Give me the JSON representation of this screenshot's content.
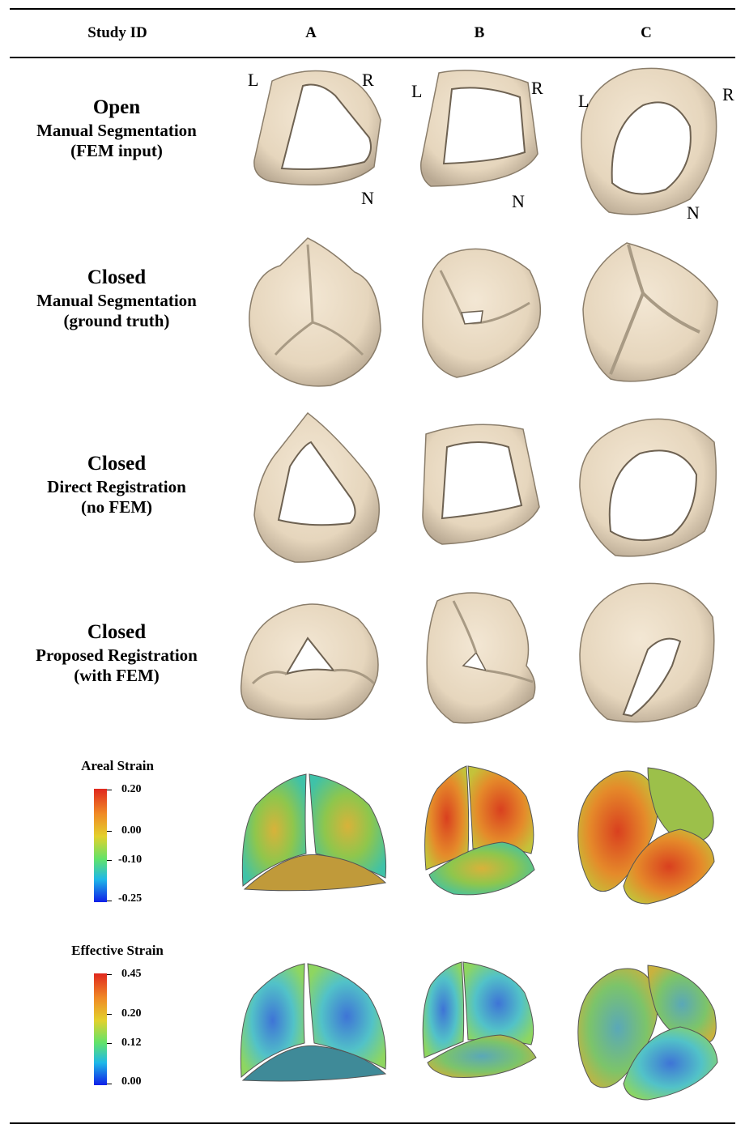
{
  "header": {
    "study_id": "Study ID",
    "columns": [
      "A",
      "B",
      "C"
    ]
  },
  "rows": [
    {
      "title": "Open",
      "line2": "Manual Segmentation",
      "line3": "(FEM input)"
    },
    {
      "title": "Closed",
      "line2": "Manual Segmentation",
      "line3": "(ground truth)"
    },
    {
      "title": "Closed",
      "line2": "Direct Registration",
      "line3": "(no FEM)"
    },
    {
      "title": "Closed",
      "line2": "Proposed Registration",
      "line3": "(with FEM)"
    }
  ],
  "orientation_labels": {
    "left": "L",
    "right": "R",
    "non_coronary": "N"
  },
  "colorbars": {
    "areal": {
      "title": "Areal Strain",
      "ticks": [
        "0.20",
        "0.00",
        "-0.10",
        "-0.25"
      ]
    },
    "effective": {
      "title": "Effective Strain",
      "ticks": [
        "0.45",
        "0.20",
        "0.12",
        "0.00"
      ]
    }
  },
  "colors": {
    "tissue": "#e8dac4",
    "tissue_shadow": "#9c8f7c",
    "hole": "#ffffff"
  }
}
